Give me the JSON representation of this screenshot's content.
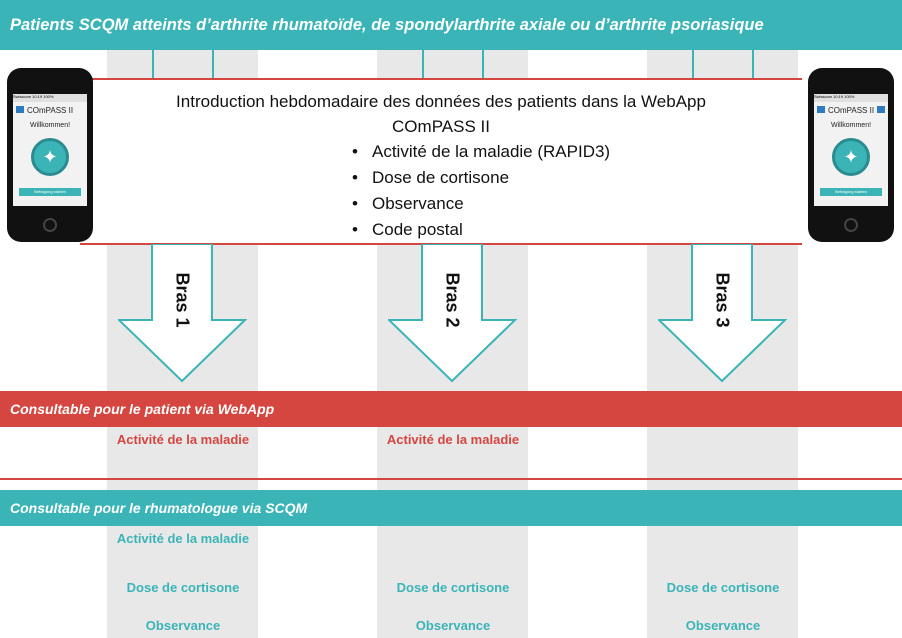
{
  "header": {
    "title": "Patients SCQM atteints d’arthrite rhumatoïde, de spondylarthrite axiale ou d’arthrite psoriasique"
  },
  "intro": {
    "title_line1": "Introduction hebdomadaire des données des patients dans la WebApp",
    "title_line2": "COmPASS II",
    "items": [
      "Activité de la maladie (RAPID3)",
      "Dose de cortisone",
      "Observance",
      "Code postal"
    ]
  },
  "phone": {
    "app_name": "COmPASS II",
    "welcome": "Willkommen!",
    "button": "Befragung starten",
    "status": "Swisscom  10:19  100%"
  },
  "arms": [
    "Bras 1",
    "Bras 2",
    "Bras 3"
  ],
  "patient_section": {
    "title": "Consultable pour le patient via WebApp",
    "arm1": "Activité de la maladie",
    "arm2": "Activité de la maladie"
  },
  "rheum_section": {
    "title": "Consultable pour le rhumatologue via SCQM",
    "arm1": [
      "Activité de la maladie",
      "Dose de cortisone",
      "Observance"
    ],
    "arm2": [
      "Dose de cortisone",
      "Observance"
    ],
    "arm3": [
      "Dose de cortisone",
      "Observance"
    ]
  },
  "colors": {
    "teal": "#3bb4b7",
    "red": "#d4463f",
    "column": "#e8e8e8"
  }
}
